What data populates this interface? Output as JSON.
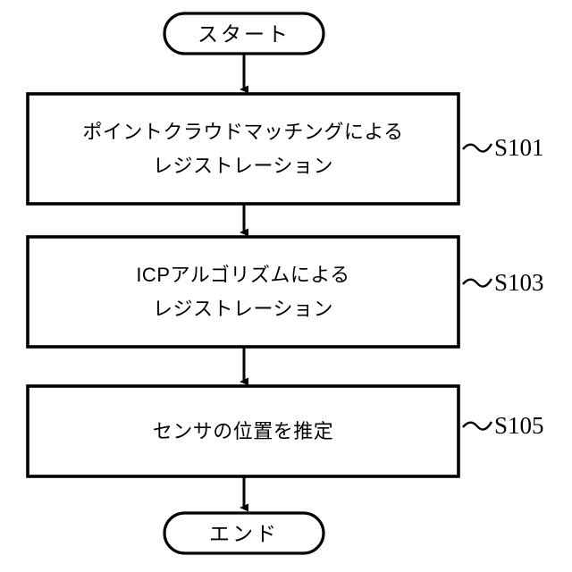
{
  "diagram": {
    "title": "registration-flowchart",
    "colors": {
      "stroke": "#000000",
      "fill": "#ffffff",
      "text": "#000000"
    },
    "start_node": {
      "label": "スタート"
    },
    "end_node": {
      "label": "エンド"
    },
    "steps": [
      {
        "id": "S101",
        "line1": "ポイントクラウドマッチングによる",
        "line2": "レジストレーション",
        "step_label": "S101",
        "tilde": "〜"
      },
      {
        "id": "S103",
        "line1": "ICPアルゴリズムによる",
        "line2": "レジストレーション",
        "step_label": "S103",
        "tilde": "〜"
      },
      {
        "id": "S105",
        "line1": "センサの位置を推定",
        "line2": "",
        "step_label": "S105",
        "tilde": "〜"
      }
    ],
    "connectors": [
      {
        "name": "start-to-s101"
      },
      {
        "name": "s101-to-s103"
      },
      {
        "name": "s103-to-s105"
      },
      {
        "name": "s105-to-end"
      }
    ]
  }
}
